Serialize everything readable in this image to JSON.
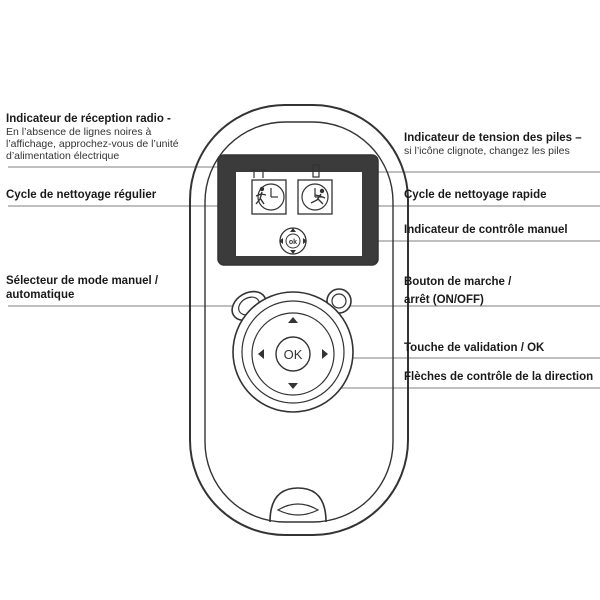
{
  "labels": {
    "radio": {
      "title": "Indicateur de réception radio -",
      "desc": "En l’absence de lignes noires à l’affichage, approchez-vous de l’unité d’alimentation électrique"
    },
    "battery": {
      "title": "Indicateur de tension des piles –",
      "desc": "si l’icône clignote, changez les piles"
    },
    "regular": {
      "title": "Cycle de nettoyage régulier"
    },
    "fast": {
      "title": "Cycle de nettoyage rapide"
    },
    "manual_indicator": {
      "title": "Indicateur de contrôle manuel"
    },
    "mode_selector": {
      "title_line1": "Sélecteur de mode manuel /",
      "title_line2": "automatique"
    },
    "onoff": {
      "title_line1": "Bouton de marche /",
      "title_line2": "arrêt (ON/OFF)"
    },
    "ok_key": {
      "title": "Touche de validation / OK"
    },
    "arrows": {
      "title": "Flèches de contrôle de la direction"
    }
  },
  "screen": {
    "ok_label": "ok"
  },
  "keypad": {
    "ok_label": "OK"
  }
}
